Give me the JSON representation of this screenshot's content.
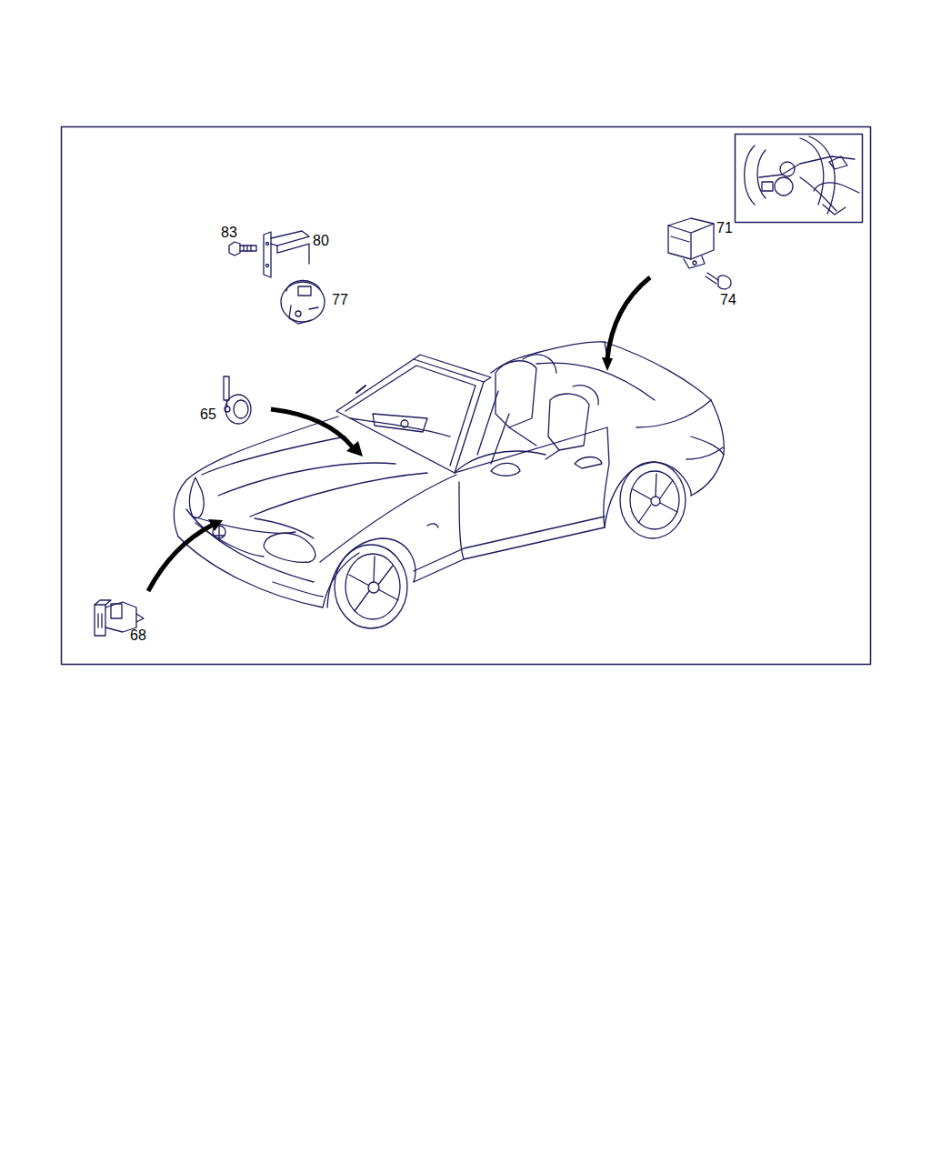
{
  "diagram": {
    "labels": [
      "83",
      "80",
      "77",
      "65",
      "71",
      "74",
      "68"
    ]
  }
}
